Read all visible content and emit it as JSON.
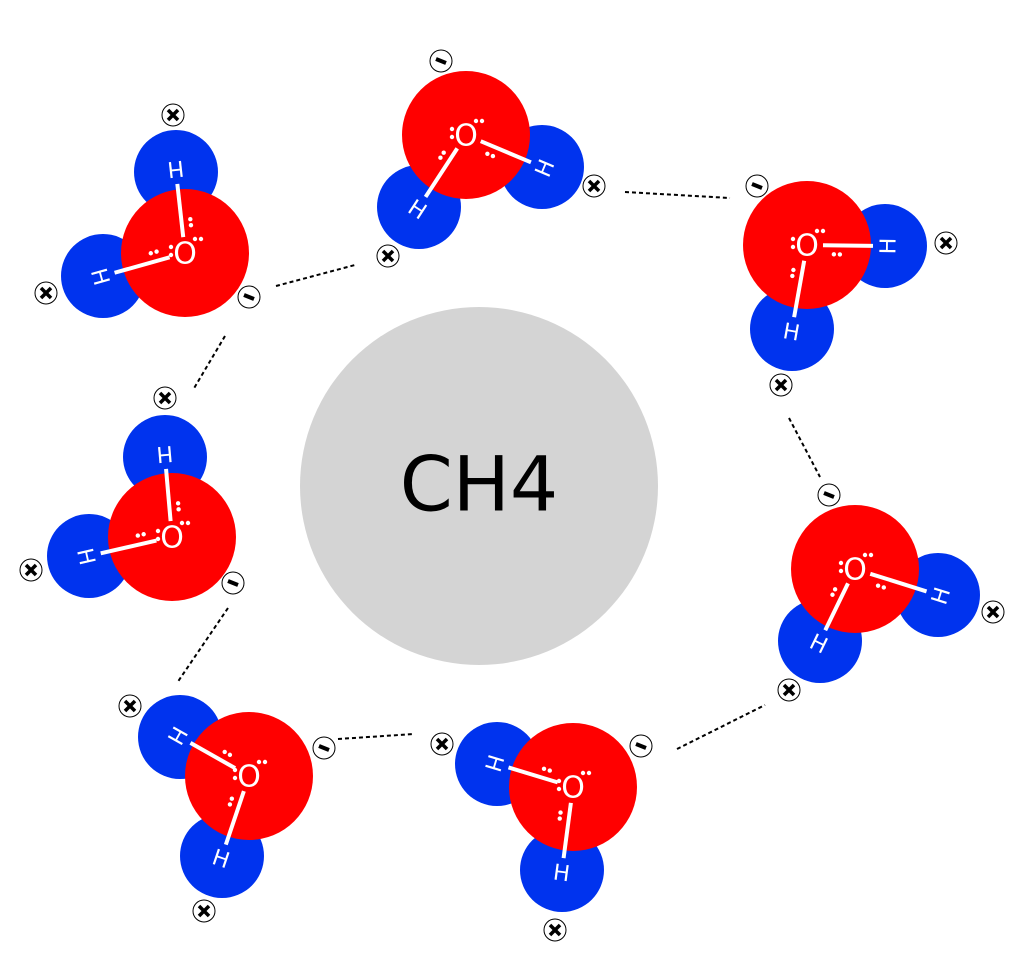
{
  "center": {
    "label": "CH4"
  },
  "atoms": {
    "oxygen": "O",
    "hydrogen": "H"
  },
  "charges": {
    "positive": "+",
    "negative": "−"
  },
  "colors": {
    "oxygen": "#ff0000",
    "hydrogen": "#0033ee",
    "center": "#d4d4d4",
    "bond": "#ffffff"
  }
}
